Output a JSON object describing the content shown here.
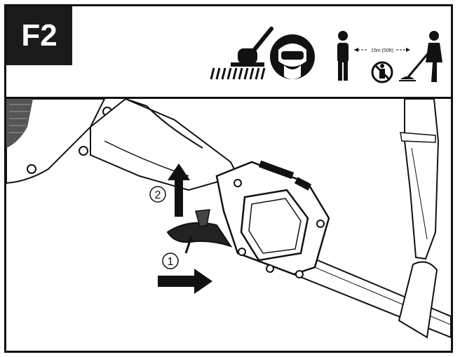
{
  "figure_label": "F2",
  "header_icons": {
    "distance_text": "15m (50ft)",
    "icons": [
      "trimmer-debris-icon",
      "face-shield-icon",
      "bystander-icon",
      "no-bystander-icon",
      "operator-icon"
    ]
  },
  "steps": {
    "step_1": "1",
    "step_2": "2"
  },
  "colors": {
    "ink": "#111111",
    "label_bg": "#1a1a1a",
    "label_text": "#ffffff"
  }
}
